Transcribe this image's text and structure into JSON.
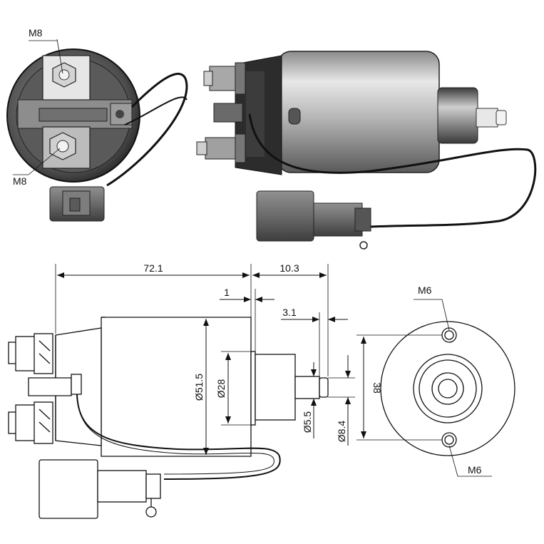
{
  "photo": {
    "end_view": {
      "top_terminal_label": "M8",
      "bottom_terminal_label": "M8"
    }
  },
  "drawing": {
    "length_overall": "72.1",
    "plunger_extension": "10.3",
    "flange_step": "1",
    "tip_length": "3.1",
    "body_diameter": "Ø51.5",
    "nose_diameter": "Ø28",
    "pin_diameter": "Ø5.5",
    "tip_diameter": "Ø8.4",
    "hole_spacing": "38",
    "top_hole_label": "M6",
    "bottom_hole_label": "M6"
  },
  "colors": {
    "metal_light": "#d9d9d9",
    "metal_dark": "#4a4a4a",
    "connector": "#6e6e6e",
    "line": "#111111"
  }
}
